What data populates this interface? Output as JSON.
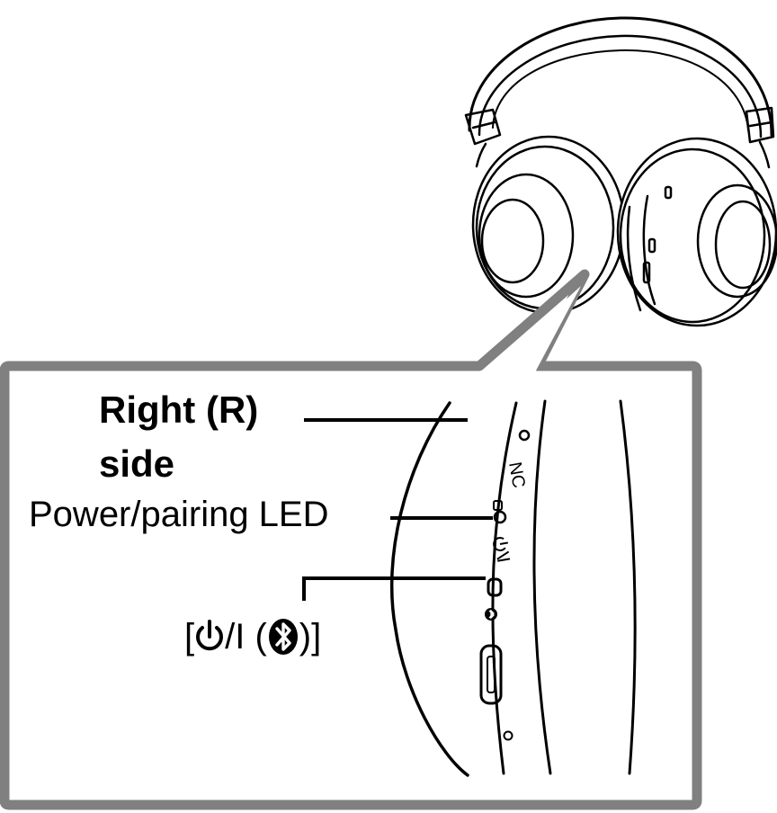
{
  "callouts": {
    "side_line1": "Right (R)",
    "side_line2": "side",
    "led": "Power/pairing LED",
    "button_open": "[",
    "button_sep": "/I (",
    "button_close": ")]"
  },
  "device_markings": {
    "nc": "NC"
  },
  "icons": [
    "headphones-illustration",
    "power-icon",
    "bluetooth-icon",
    "usb-port-icon",
    "nc-button-icon"
  ],
  "colors": {
    "line": "#000000",
    "callout_frame": "#808080",
    "background": "#ffffff"
  }
}
